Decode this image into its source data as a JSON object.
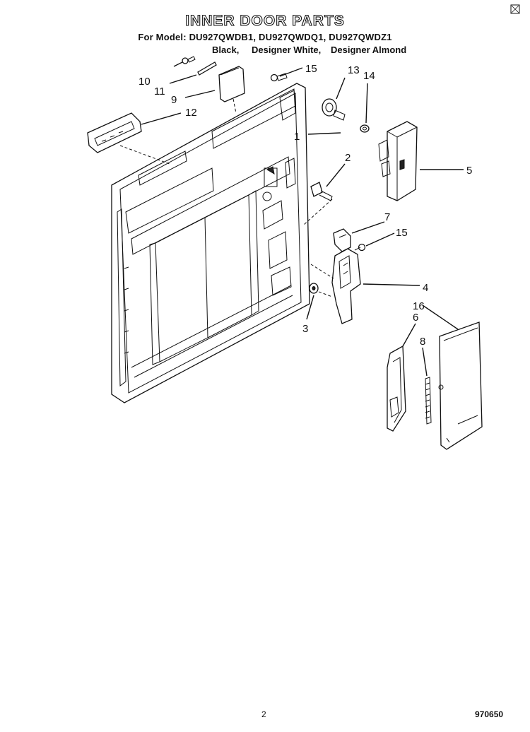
{
  "header": {
    "title": "INNER DOOR PARTS",
    "models": "For Model: DU927QWDB1, DU927QWDQ1, DU927QWDZ1",
    "color_black": "Black,",
    "color_white": "Designer White,",
    "color_almond": "Designer Almond"
  },
  "callouts": {
    "c1": "1",
    "c2": "2",
    "c3": "3",
    "c4": "4",
    "c5": "5",
    "c6": "6",
    "c7": "7",
    "c8": "8",
    "c9": "9",
    "c10": "10",
    "c11": "11",
    "c12": "12",
    "c13": "13",
    "c14": "14",
    "c15a": "15",
    "c15b": "15",
    "c16": "16"
  },
  "footer": {
    "page_number": "2",
    "doc_code": "970650"
  }
}
